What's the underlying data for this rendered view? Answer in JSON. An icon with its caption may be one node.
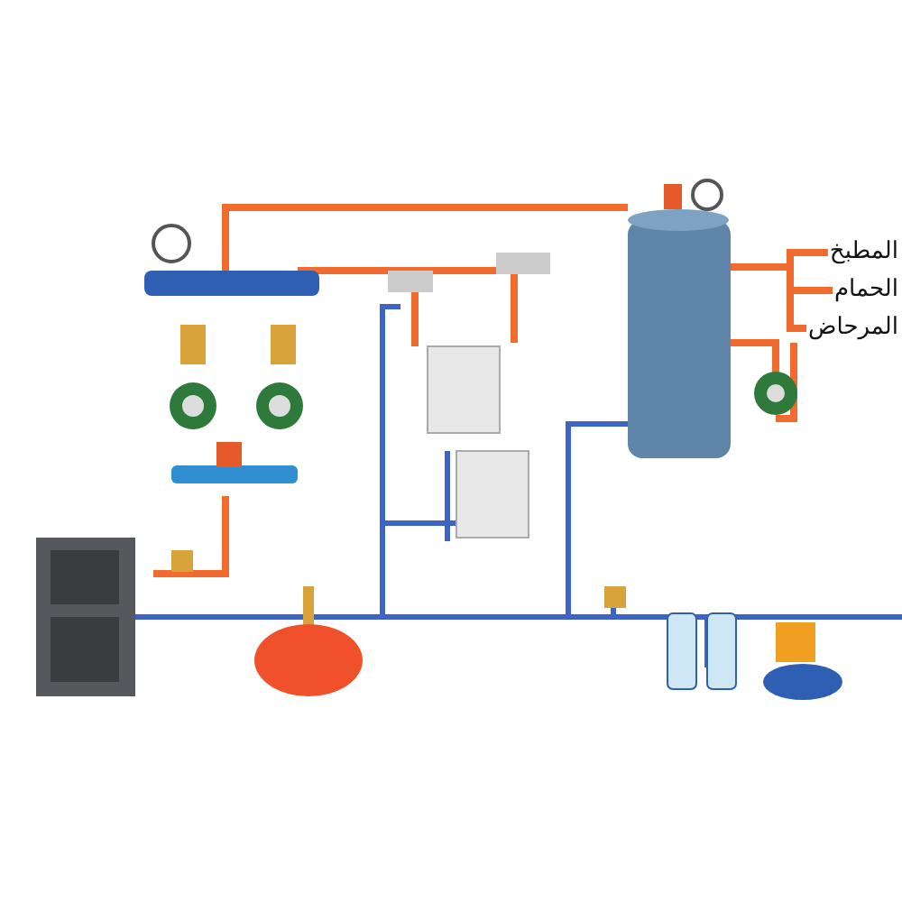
{
  "diagram": {
    "nodes": [
      {
        "text": [
          "المطبخ"
        ]
      },
      {
        "text": [
          "الحمام"
        ]
      },
      {
        "text": [
          "المرحاض"
        ]
      }
    ],
    "edges": [
      {
        "from": null,
        "to": 0,
        "arrow": "none"
      },
      {
        "from": null,
        "to": 1,
        "arrow": "none"
      },
      {
        "from": null,
        "to": 2,
        "arrow": "none"
      }
    ]
  }
}
